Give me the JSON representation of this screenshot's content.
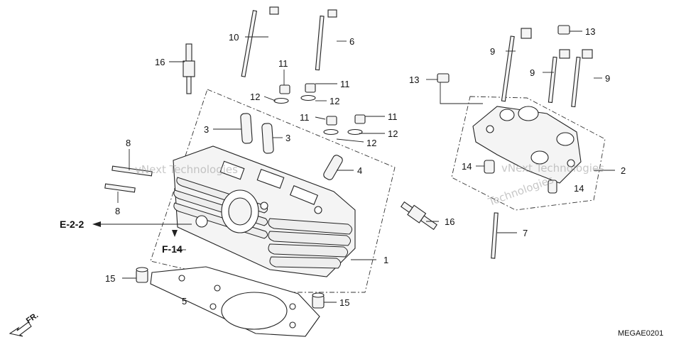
{
  "callouts": {
    "c1": "1",
    "c2": "2",
    "c3a": "3",
    "c3b": "3",
    "c4": "4",
    "c5": "5",
    "c6": "6",
    "c7": "7",
    "c8a": "8",
    "c8b": "8",
    "c9a": "9",
    "c9b": "9",
    "c9c": "9",
    "c10": "10",
    "c11a": "11",
    "c11b": "11",
    "c11c": "11",
    "c11d": "11",
    "c12a": "12",
    "c12b": "12",
    "c12c": "12",
    "c12d": "12",
    "c13a": "13",
    "c13b": "13",
    "c14a": "14",
    "c14b": "14",
    "c15a": "15",
    "c15b": "15",
    "c16a": "16",
    "c16b": "16"
  },
  "references": {
    "e22": "E-2-2",
    "f14": "F-14",
    "front": "FR."
  },
  "diagram_code": "MEGAE0201",
  "watermark": {
    "left": "vNext Technologies",
    "right_a": "vNext Technologies",
    "right_b": "Technologies"
  },
  "colors": {
    "ink": "#222222",
    "watermark": "#9a9a9a",
    "background": "#ffffff"
  }
}
